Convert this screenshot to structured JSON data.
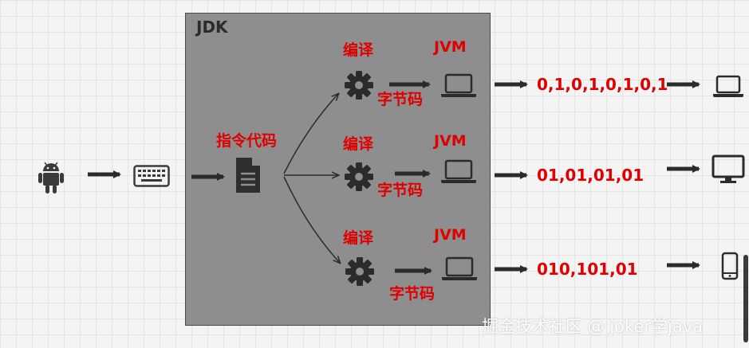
{
  "jdk": {
    "label": "JDK"
  },
  "source": {
    "label": "指令代码"
  },
  "branches": [
    {
      "compile": "编译",
      "bytecode": "字节码",
      "jvm": "JVM",
      "binary": "0,1,0,1,0,1,0,1",
      "device_icon": "laptop-icon"
    },
    {
      "compile": "编译",
      "bytecode": "字节码",
      "jvm": "JVM",
      "binary": "01,01,01,01",
      "device_icon": "monitor-icon"
    },
    {
      "compile": "编译",
      "bytecode": "字节码",
      "jvm": "JVM",
      "binary": "010,101,01",
      "device_icon": "phone-icon"
    }
  ],
  "left_icons": [
    "android-icon",
    "keyboard-icon",
    "document-icon"
  ],
  "watermark": "掘金技术社区 @ joker学java",
  "colors": {
    "accent": "#e00000",
    "box": "#8e8e8e",
    "arrow": "#2b2b2b"
  }
}
